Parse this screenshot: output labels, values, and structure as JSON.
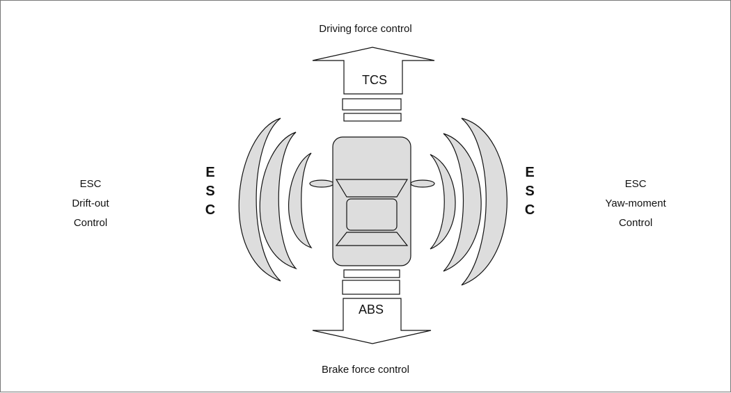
{
  "top_caption": "Driving force control",
  "bottom_caption": "Brake force control",
  "tcs_label": "TCS",
  "abs_label": "ABS",
  "left_side": {
    "lines": [
      "ESC",
      "Drift-out",
      "Control"
    ],
    "esc_letters": [
      "E",
      "S",
      "C"
    ]
  },
  "right_side": {
    "lines": [
      "ESC",
      "Yaw-moment",
      "Control"
    ],
    "esc_letters": [
      "E",
      "S",
      "C"
    ]
  },
  "colors": {
    "stroke": "#111111",
    "car_fill": "#dddddd",
    "wave_fill": "#dddddd",
    "frame": "#777777"
  }
}
